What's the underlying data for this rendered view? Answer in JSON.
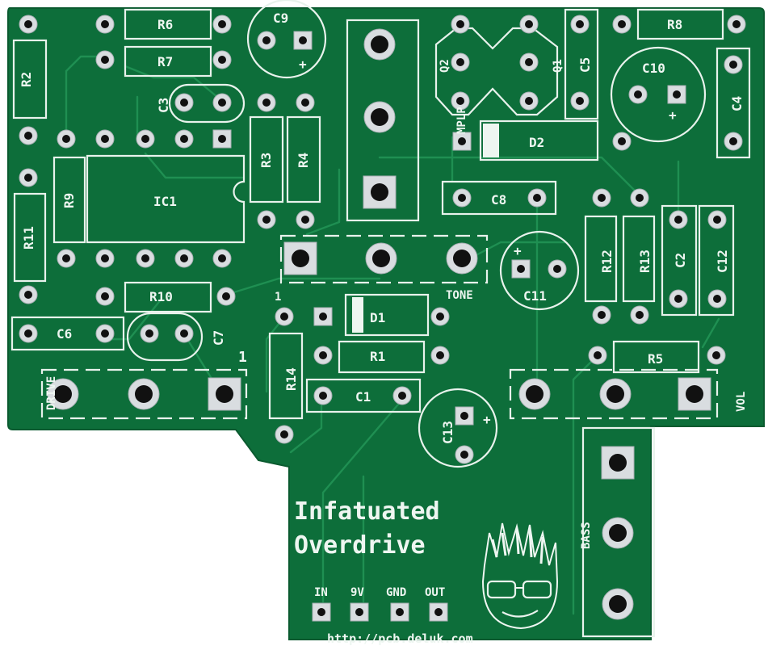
{
  "colors": {
    "board": "#0d6e3a",
    "silk": "#eef6f1",
    "pad": "#d9dde0",
    "hole": "#111111",
    "trace": "#1f8f52"
  },
  "title": {
    "line1": "Infatuated",
    "line2": "Overdrive"
  },
  "url": "http://pcb.deluk.com",
  "labels": {
    "R1": "R1",
    "R2": "R2",
    "R3": "R3",
    "R4": "R4",
    "R5": "R5",
    "R6": "R6",
    "R7": "R7",
    "R8": "R8",
    "R9": "R9",
    "R10": "R10",
    "R11": "R11",
    "R12": "R12",
    "R13": "R13",
    "R14": "R14",
    "C1": "C1",
    "C2": "C2",
    "C3": "C3",
    "C4": "C4",
    "C5": "C5",
    "C6": "C6",
    "C7": "C7",
    "C8": "C8",
    "C9": "C9",
    "C10": "C10",
    "C11": "C11",
    "C12": "C12",
    "C13": "C13",
    "IC1": "IC1",
    "D1": "D1",
    "D2": "D2",
    "Q1": "Q1",
    "Q2": "Q2",
    "DRIVE": "DRIVE",
    "TONE": "TONE",
    "VOL": "VOL",
    "BASS": "BASS",
    "MPLP": "MPLP",
    "one_a": "1",
    "one_b": "1",
    "plus": "+"
  },
  "io": [
    "IN",
    "9V",
    "GND",
    "OUT"
  ],
  "icons": [
    "mascot-logo-icon"
  ]
}
